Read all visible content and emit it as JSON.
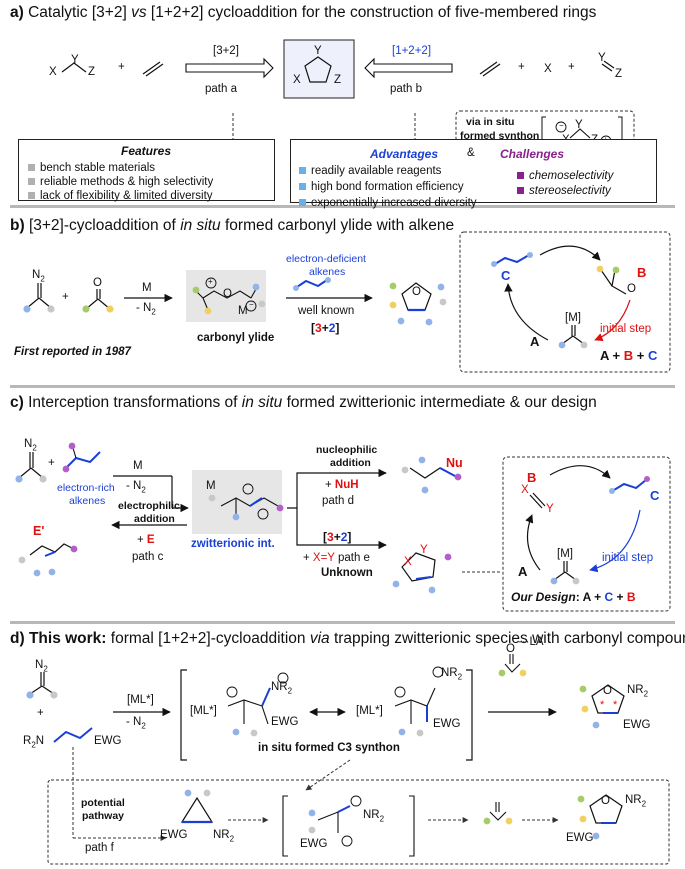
{
  "section_a": {
    "title_letter": "a)",
    "title_pre": "Catalytic [3+2]",
    "title_vs": "vs",
    "title_post": "[1+2+2] cycloaddition for the construction of five-membered rings",
    "atom_x": "X",
    "atom_y": "Y",
    "atom_z": "Z",
    "plus": "+",
    "arrow_left_label": "[3+2]",
    "path_a": "path a",
    "arrow_right_label": "[1+2+2]",
    "path_b": "path b",
    "synthon_line1": "via in situ",
    "synthon_line2": "formed synthon",
    "features_title": "Features",
    "features": [
      "bench stable materials",
      "reliable methods & high selectivity",
      "lack of flexibility & limited diversity"
    ],
    "advantages_title": "Advantages",
    "amp": "&",
    "challenges_title": "Challenges",
    "advantages": [
      "readily available reagents",
      "high bond formation efficiency",
      "exponentially increased diversity"
    ],
    "challenges": [
      "chemoselectivity",
      "stereoselectivity"
    ],
    "colors": {
      "bullet_gray": "#b0b0b0",
      "bullet_blue": "#6ab0e8",
      "bullet_purple": "#8a1f8f"
    }
  },
  "section_b": {
    "title_letter": "b)",
    "title_pre": "[3+2]-cycloaddition of",
    "title_italic": "in situ",
    "title_post": "formed carbonyl ylide with alkene",
    "n2": "N",
    "n2_sub": "2",
    "reagent_m": "M",
    "reagent_n2": "- N",
    "first_reported": "First reported in 1987",
    "ylide_label": "carbonyl ylide",
    "ylide_m": "M",
    "alkene_label_1": "electron-deficient",
    "alkene_label_2": "alkenes",
    "well_known": "well known",
    "bracket_32": [
      "[",
      "3",
      "+",
      "2",
      "]"
    ],
    "o_atom": "O",
    "cycle_c": "C",
    "cycle_b": "B",
    "cycle_a": "A",
    "cycle_m": "[M]",
    "initial_step": "initial step",
    "sum": [
      "A",
      "+",
      "B",
      "+",
      "C"
    ]
  },
  "section_c": {
    "title_letter": "c)",
    "title_pre": "Interception transformations of",
    "title_italic": "in situ",
    "title_post": "formed zwitterionic intermediate & our design",
    "n2": "N",
    "alkene_label_1": "electron-rich",
    "alkene_label_2": "alkenes",
    "reagent_m": "M",
    "reagent_n2": "- N",
    "zwitter_label": "zwitterionic int.",
    "nuc_1": "nucleophilic",
    "nuc_2": "addition",
    "nuh_plus": "+",
    "nuh": "NuH",
    "path_d": "path d",
    "nu": "Nu",
    "ele_1": "electrophilic",
    "ele_2": "addition",
    "e_plus": "+",
    "e": "E",
    "path_c": "path c",
    "e_prime": "E'",
    "bracket_32": [
      "[",
      "3",
      "+",
      "2",
      "]"
    ],
    "xy_plus": "+",
    "xy": "X=Y",
    "path_e": "path e",
    "unknown": "Unknown",
    "ring_x": "X",
    "ring_y": "Y",
    "design_b": "B",
    "design_x": "X",
    "design_y": "Y",
    "design_c": "C",
    "design_a": "A",
    "design_m": "[M]",
    "initial_step": "initial step",
    "our_design": "Our Design",
    "design_sum": [
      ": A",
      " + ",
      "C",
      " + ",
      "B"
    ]
  },
  "section_d": {
    "title_letter": "d)",
    "title_bold": "This work:",
    "title_pre": "formal [1+2+2]-cycloaddition",
    "title_italic": "via",
    "title_post": "trapping zwitterionic species with carbonyl compound",
    "n2": "N",
    "plus": "+",
    "r2n": "R",
    "ewg": "EWG",
    "reagent": "[ML*]",
    "reagent_n2": "- N",
    "ml": "[ML*]",
    "nr2": "NR",
    "c3_label": "in situ formed C3 synthon",
    "la": "LA",
    "o_atom": "O",
    "potential_1": "potential",
    "potential_2": "pathway",
    "path_f": "path f",
    "star": "*"
  }
}
